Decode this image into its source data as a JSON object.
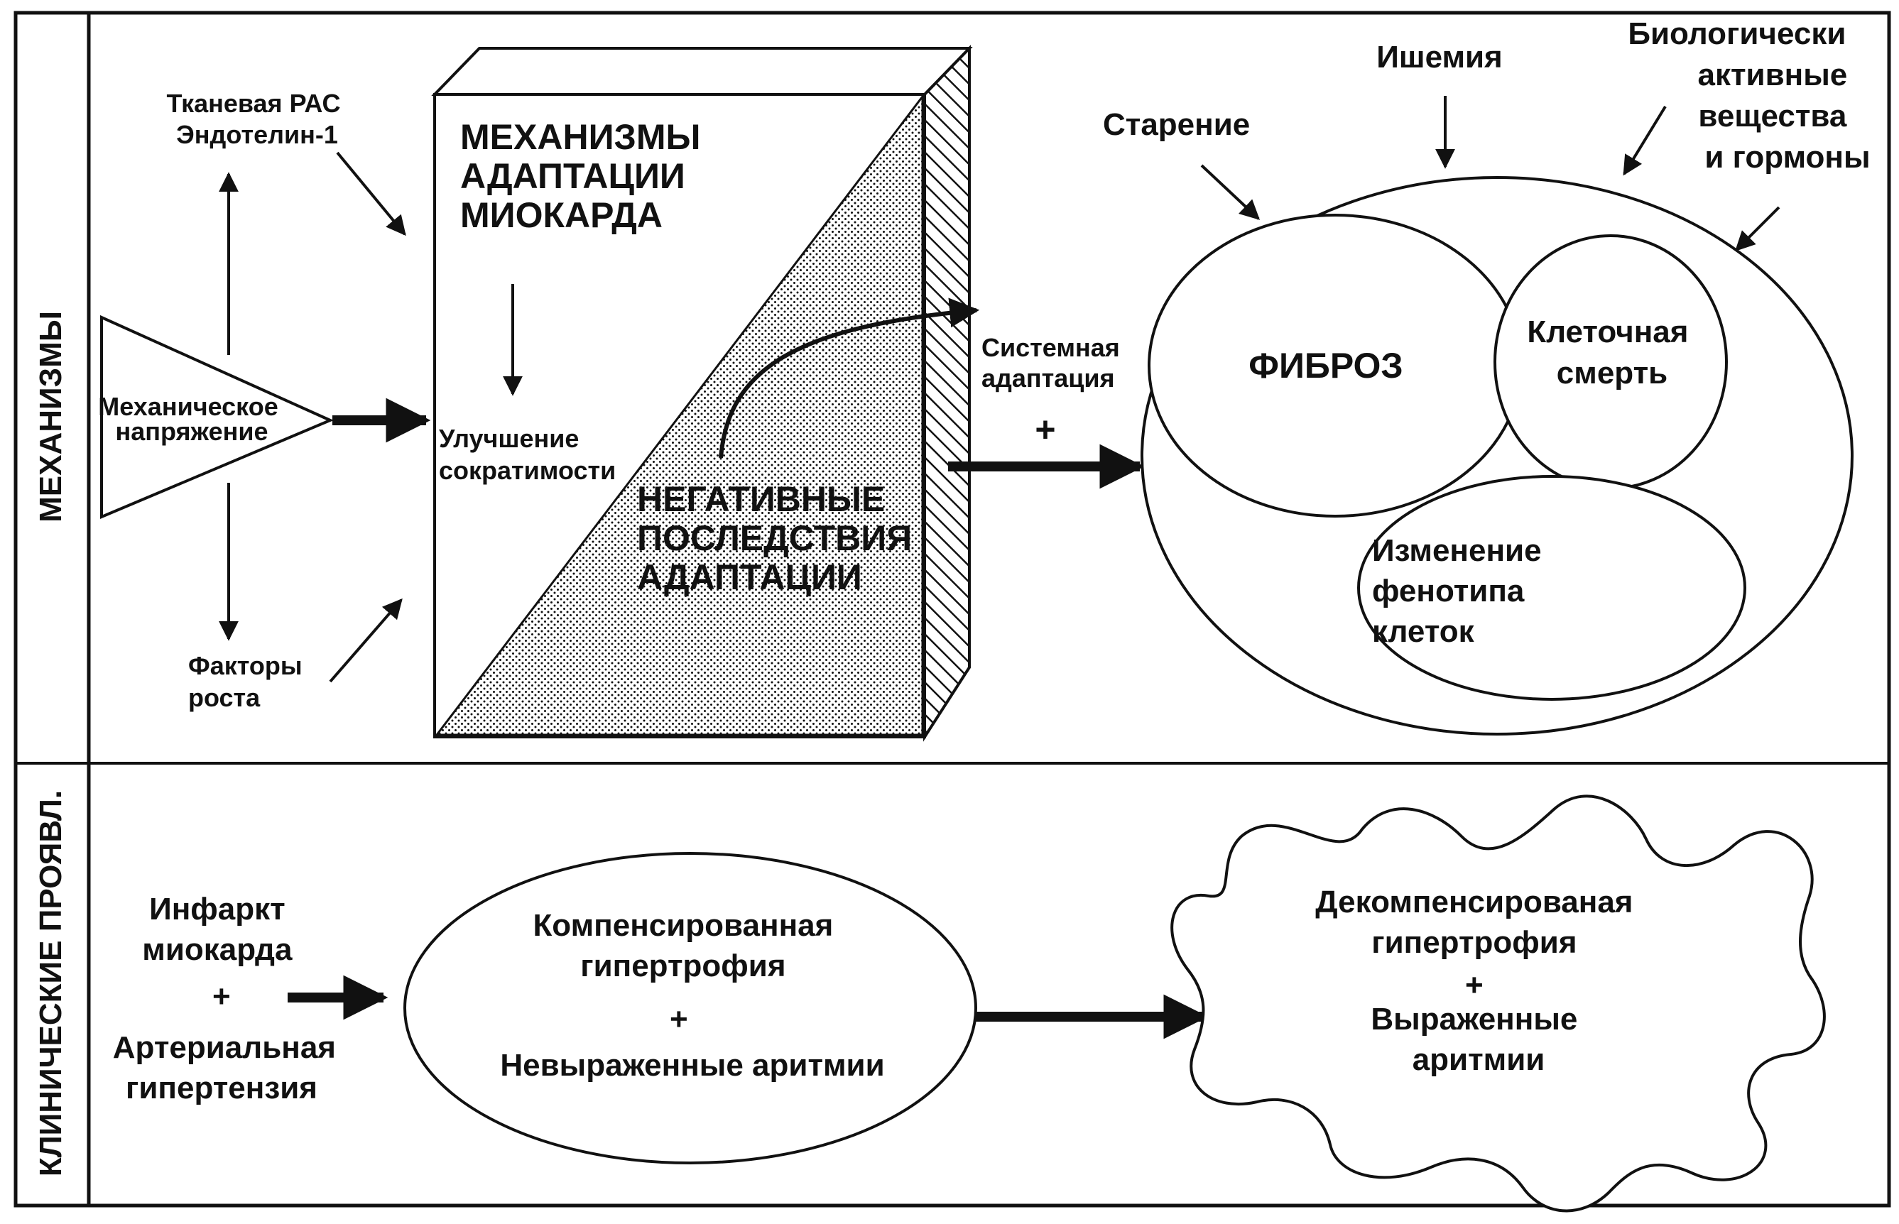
{
  "side_labels": {
    "mechanisms": "МЕХАНИЗМЫ",
    "clinical": "КЛИНИЧЕСКИЕ  ПРОЯВЛ."
  },
  "mechanisms_panel": {
    "stimulus_triangle": [
      "Механическое",
      "напряжение"
    ],
    "top_factor": [
      "Тканевая РАС",
      "Эндотелин-1"
    ],
    "bottom_factor": [
      "Факторы",
      "роста"
    ],
    "box_title": [
      "МЕХАНИЗМЫ",
      "АДАПТАЦИИ",
      "МИОКАРДА"
    ],
    "improvement": [
      "Улучшение",
      "сократимости"
    ],
    "negative": [
      "НЕГАТИВНЫЕ",
      "ПОСЛЕДСТВИЯ",
      "АДАПТАЦИИ"
    ],
    "systemic": [
      "Системная",
      "адаптация"
    ],
    "plus": "+",
    "aging": "Старение",
    "ischemia": "Ишемия",
    "bio_active": [
      "Биологически",
      "активные",
      "вещества",
      "и гормоны"
    ],
    "fibrosis": "ФИБРОЗ",
    "cell_death": [
      "Клеточная",
      "смерть"
    ],
    "phenotype": [
      "Изменение",
      "фенотипа",
      "клеток"
    ]
  },
  "clinical_panel": {
    "causes": [
      "Инфаркт",
      "миокарда",
      "+",
      "Артериальная",
      "гипертензия"
    ],
    "compensated": [
      "Компенсированная",
      "гипертрофия",
      "+",
      "Невыраженные аритмии"
    ],
    "decompensated": [
      "Декомпенсированая",
      "гипертрофия",
      "+",
      "Выраженные",
      "аритмии"
    ]
  }
}
